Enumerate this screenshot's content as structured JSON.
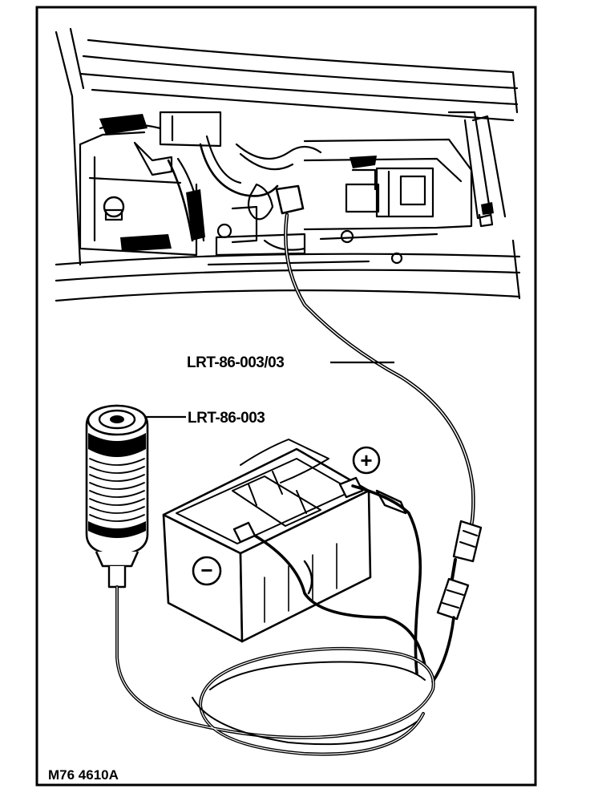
{
  "labels": {
    "lead_tool": "LRT-86-003/03",
    "charger_tool": "LRT-86-003"
  },
  "figure_code": "M76 4610A",
  "symbols": {
    "positive": "+",
    "negative": "−"
  }
}
